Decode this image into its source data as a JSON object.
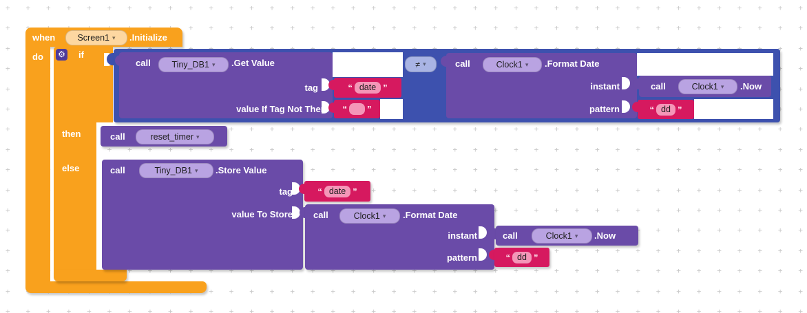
{
  "icons": {
    "dropdown_arrow": "▾",
    "gear": "⚙",
    "open_quote": "“",
    "close_quote": "”"
  },
  "colors": {
    "workspace_dot": "#c9c9c9",
    "event_orange": "#f9a11d",
    "method_purple": "#6a4ba8",
    "compare_indigo": "#3d51ae",
    "text_pink": "#d6195f",
    "field_pink": "#f496b8",
    "pill_lavender": "#b9a3e2",
    "pill_cream": "#fdd7a1",
    "pill_periwinkle": "#a9b4e4"
  },
  "event_block": {
    "when_label": "when",
    "component": "Screen1",
    "event_label": ".Initialize",
    "do_label": "do"
  },
  "if_block": {
    "if_label": "if",
    "then_label": "then",
    "else_label": "else"
  },
  "condition": {
    "operator": "≠",
    "get_value": {
      "call_label": "call",
      "component": "Tiny_DB1",
      "method_label": ".Get Value",
      "tag_label": "tag",
      "value_if_tag_label": "value If Tag Not There",
      "tag_text": "date",
      "default_text": ""
    },
    "format_date": {
      "call_label": "call",
      "component": "Clock1",
      "method_label": ".Format Date",
      "instant_label": "instant",
      "pattern_label": "pattern",
      "pattern_text": "dd",
      "now": {
        "call_label": "call",
        "component": "Clock1",
        "method_label": ".Now"
      }
    }
  },
  "then_branch": {
    "reset_timer": {
      "call_label": "call",
      "procedure": "reset_timer"
    }
  },
  "else_branch": {
    "store_value": {
      "call_label": "call",
      "component": "Tiny_DB1",
      "method_label": ".Store Value",
      "tag_label": "tag",
      "value_to_store_label": "value To Store",
      "tag_text": "date"
    },
    "format_date": {
      "call_label": "call",
      "component": "Clock1",
      "method_label": ".Format Date",
      "instant_label": "instant",
      "pattern_label": "pattern",
      "pattern_text": "dd",
      "now": {
        "call_label": "call",
        "component": "Clock1",
        "method_label": ".Now"
      }
    }
  }
}
